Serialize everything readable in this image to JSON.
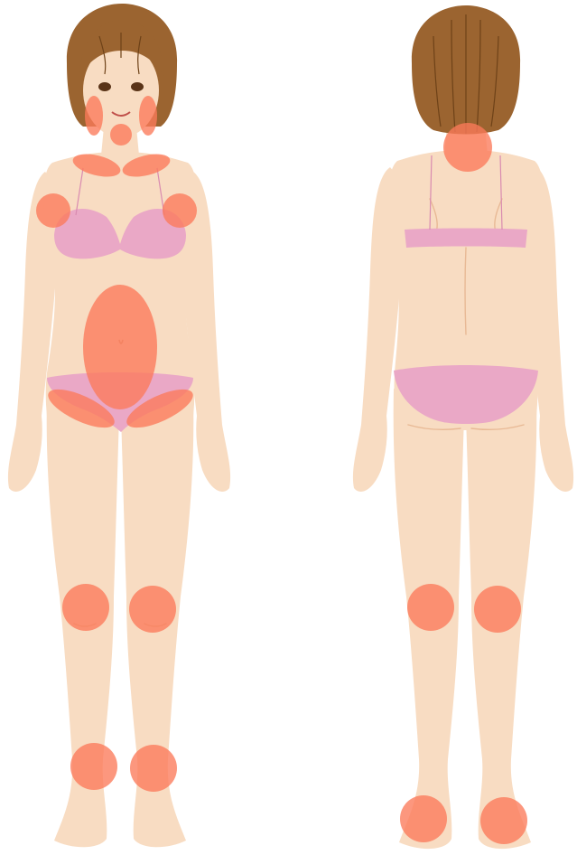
{
  "figure": {
    "views": [
      "front",
      "back"
    ]
  },
  "colors": {
    "background": "#ffffff",
    "skin": "#f8dcc2",
    "skin_line": "#e8b995",
    "hair": "#9b6430",
    "hair_dark": "#6e4218",
    "garment": "#eaa8c6",
    "garment_line": "#d98bb0",
    "highlight_spot": "#fb7a5a"
  },
  "highlighted_regions": {
    "front": [
      "jaw-left",
      "jaw-right",
      "throat",
      "collarbone-left",
      "collarbone-right",
      "shoulder-left",
      "shoulder-right",
      "abdomen",
      "groin-left",
      "groin-right",
      "knee-left",
      "knee-right",
      "ankle-left",
      "ankle-right"
    ],
    "back": [
      "nape",
      "back-knee-left",
      "back-knee-right",
      "heel-left",
      "heel-right"
    ]
  }
}
